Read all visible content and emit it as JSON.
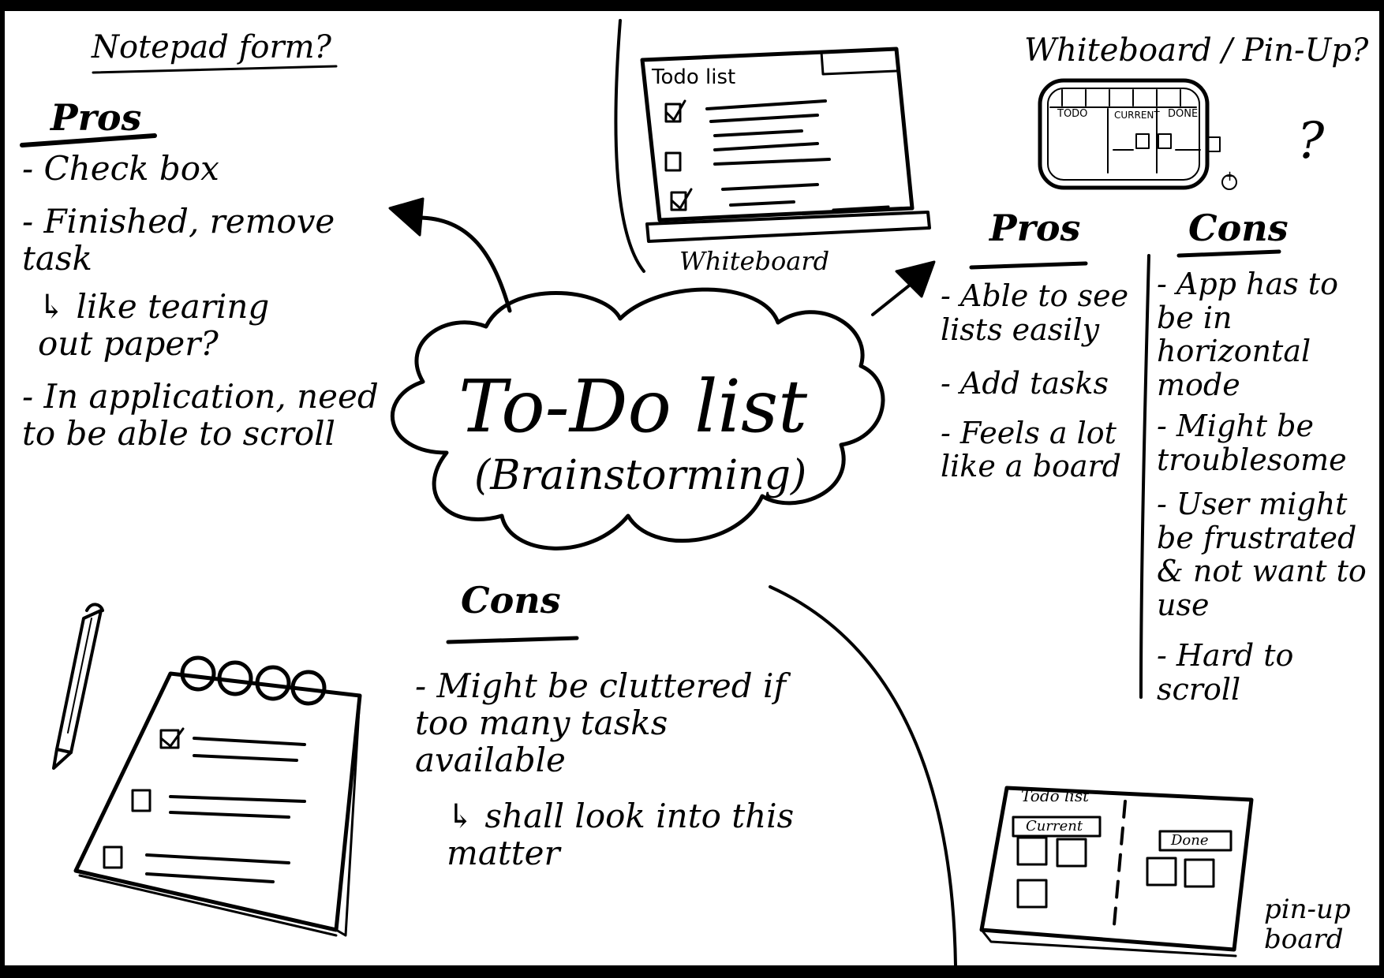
{
  "center": {
    "title": "To-Do list",
    "subtitle": "(Brainstorming)"
  },
  "notepad": {
    "question": "Notepad form?",
    "pros_header": "Pros",
    "pros": [
      "- Check box",
      "- Finished, remove task",
      "↳ like tearing out paper?",
      "- In application, need to be able to scroll"
    ],
    "cons_header": "Cons",
    "cons": [
      "- Might be cluttered if too many tasks available",
      "↳ shall look into this matter"
    ]
  },
  "whiteboard": {
    "sketch_list_title": "Todo list",
    "sketch_caption": "Whiteboard",
    "question": "Whiteboard / Pin-Up?",
    "question_mark": "?",
    "columns": [
      "TODO",
      "CURRENT",
      "DONE"
    ],
    "add_symbol": "+",
    "pros_header": "Pros",
    "pros": [
      "- Able to see lists easily",
      "- Add tasks",
      "- Feels a lot like a board"
    ],
    "cons_header": "Cons",
    "cons": [
      "- App has to be in horizontal mode",
      "- Might be troublesome",
      "- User might be frustrated & not want to use",
      "- Hard to scroll"
    ]
  },
  "pinup": {
    "sketch_title": "Todo list",
    "col_current": "Current",
    "col_done": "Done",
    "caption": "pin-up board"
  },
  "colors": {
    "ink": "#000000",
    "paper": "#ffffff",
    "frame": "#000000"
  }
}
